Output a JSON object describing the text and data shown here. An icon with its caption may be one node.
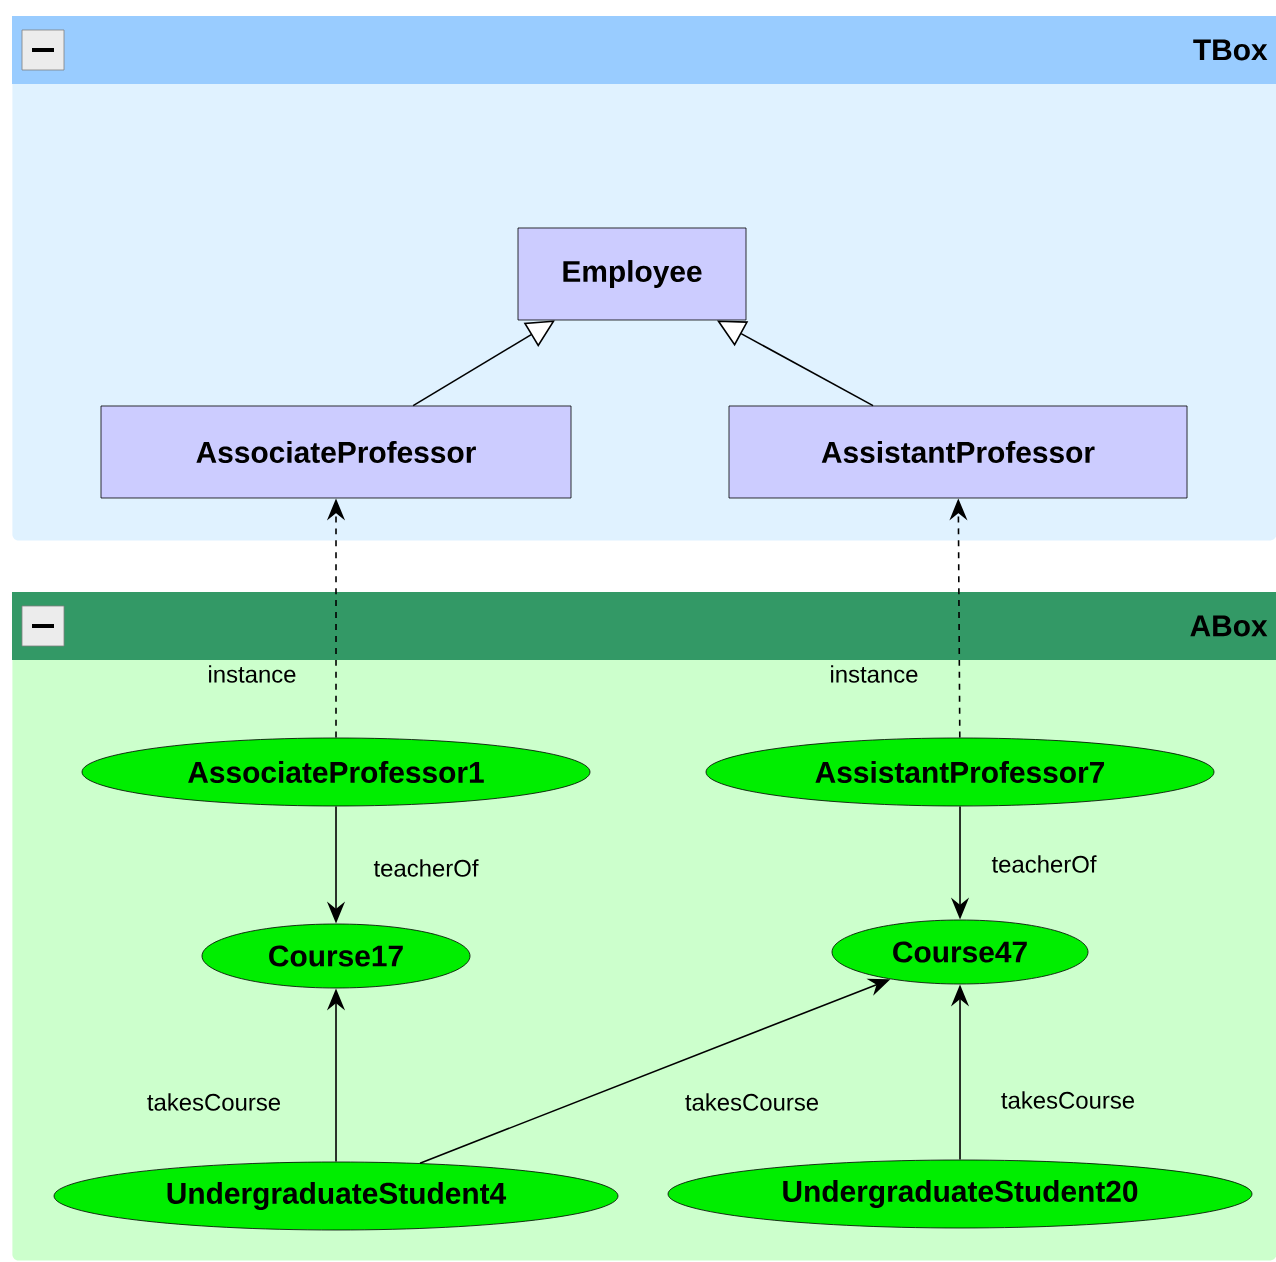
{
  "diagram": {
    "nodes": [
      {
        "text": [
          "TBox"
        ]
      },
      {
        "text": [
          "Employee"
        ],
        "in": 0
      },
      {
        "text": [
          "AssociateProfessor"
        ],
        "in": 0
      },
      {
        "text": [
          "AssistantProfessor"
        ],
        "in": 0
      },
      {
        "text": [
          "ABox"
        ]
      },
      {
        "text": [
          "AssociateProfessor1"
        ],
        "in": 4
      },
      {
        "text": [
          "AssistantProfessor7"
        ],
        "in": 4
      },
      {
        "text": [
          "Course17"
        ],
        "in": 4
      },
      {
        "text": [
          "Course47"
        ],
        "in": 4
      },
      {
        "text": [
          "UndergraduateStudent4"
        ],
        "in": 4
      },
      {
        "text": [
          "UndergraduateStudent20"
        ],
        "in": 4
      }
    ],
    "edges": [
      {
        "from": 2,
        "to": 1,
        "arrow": "to"
      },
      {
        "from": 3,
        "to": 1,
        "arrow": "to"
      },
      {
        "from": 5,
        "to": 2,
        "arrow": "to",
        "label": "instance",
        "style": "dashed"
      },
      {
        "from": 6,
        "to": 3,
        "arrow": "to",
        "label": "instance",
        "style": "dashed"
      },
      {
        "from": 5,
        "to": 7,
        "arrow": "to",
        "label": "teacherOf"
      },
      {
        "from": 6,
        "to": 8,
        "arrow": "to",
        "label": "teacherOf"
      },
      {
        "from": 9,
        "to": 7,
        "arrow": "to",
        "label": "takesCourse"
      },
      {
        "from": 9,
        "to": 8,
        "arrow": "to",
        "label": "takesCourse"
      },
      {
        "from": 10,
        "to": 8,
        "arrow": "to",
        "label": "takesCourse"
      }
    ]
  }
}
